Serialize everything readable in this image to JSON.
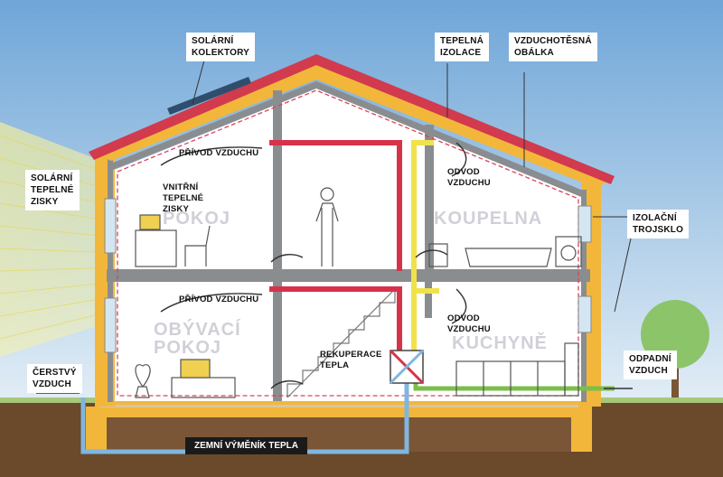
{
  "labels": {
    "solar_collectors": "SOLÁRNÍ\nKOLEKTORY",
    "thermal_insulation": "TEPELNÁ\nIZOLACE",
    "airtight_envelope": "VZDUCHOTĚSNÁ\nOBÁLKA",
    "solar_gains": "SOLÁRNÍ\nTEPELNÉ\nZISKY",
    "insulating_glazing": "IZOLAČNÍ\nTROJSKLO",
    "fresh_air": "ČERSTVÝ\nVZDUCH",
    "exhaust_air": "ODPADNÍ\nVZDUCH",
    "ground_exchanger": "ZEMNÍ VÝMĚNÍK TEPLA"
  },
  "inner": {
    "supply_upper": "PŘÍVOD VZDUCHU",
    "supply_lower": "PŘÍVOD VZDUCHU",
    "internal_gains": "VNITŘNÍ\nTEPELNÉ\nZISKY",
    "extract_upper": "ODVOD\nVZDUCHU",
    "extract_lower": "ODVOD\nVZDUCHU",
    "heat_recovery": "REKUPERACE\nTEPLA"
  },
  "rooms": {
    "room_upper": "POKOJ",
    "bathroom": "KOUPELNA",
    "living_room": "OBÝVACÍ\nPOKOJ",
    "kitchen": "KUCHYNĚ"
  },
  "colors": {
    "sky_top": "#6fa6d8",
    "sky_bottom": "#e3eef6",
    "ground": "#6b4a2b",
    "walls": "#f2b73a",
    "roof": "#d23a4e",
    "supply_duct": "#d8324a",
    "extract_duct": "#f0e24a",
    "fresh_duct": "#7fb6e0",
    "exhaust_duct": "#7bbf4a",
    "envelope": "#d9435a"
  }
}
